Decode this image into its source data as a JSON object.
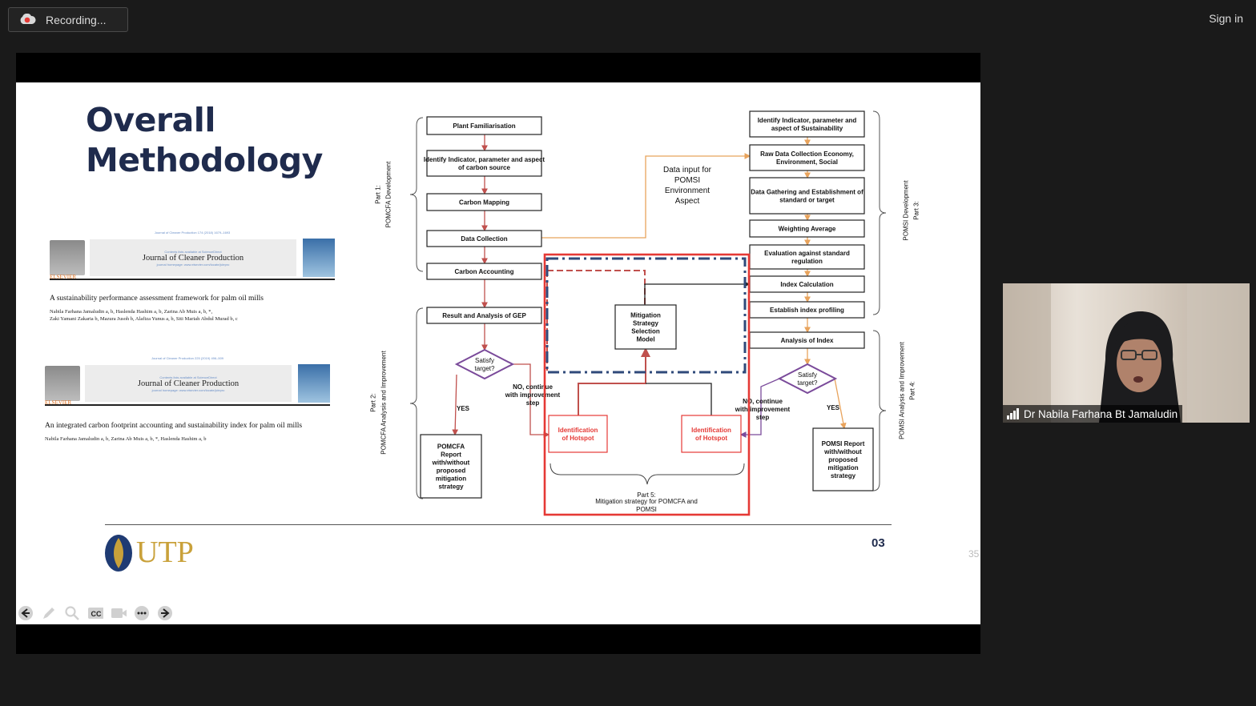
{
  "recording": {
    "label": "Recording...",
    "color": "#e53935"
  },
  "header": {
    "sign_in": "Sign in"
  },
  "slide": {
    "title_line1": "Overall",
    "title_line2": "Methodology",
    "papers": [
      {
        "journal_small": "Journal of Cleaner Production 174 (2018) 1679–1693",
        "contents": "Contents lists available at ScienceDirect",
        "journal": "Journal of Cleaner Production",
        "homepage": "journal homepage: www.elsevier.com/locate/jclepro",
        "publisher": "ELSEVIER",
        "title": "A sustainability performance assessment framework for palm oil mills",
        "authors_line1": "Nabila Farhana Jamaludin a, b, Haslenda Hashim a, b, Zarina Ab Muis a, b, *,",
        "authors_line2": "Zaki Yamani Zakaria b, Mazura Jusoh b, Alafiza Yunus a, b, Siti Mariah Abdul Murad b, c"
      },
      {
        "journal_small": "Journal of Cleaner Production 225 (2019) 496–509",
        "contents": "Contents lists available at ScienceDirect",
        "journal": "Journal of Cleaner Production",
        "homepage": "journal homepage: www.elsevier.com/locate/jclepro",
        "publisher": "ELSEVIER",
        "title": "An integrated carbon footprint accounting and sustainability index for palm oil mills",
        "authors_line1": "Nabila Farhana Jamaludin a, b, Zarina Ab Muis a, b, *, Haslenda Hashim a, b",
        "authors_line2": ""
      }
    ],
    "diagram": {
      "left_column": [
        "Plant Familiarisation",
        "Identify  Indicator, parameter and aspect of carbon source",
        "Carbon Mapping",
        "Data Collection",
        "Carbon Accounting",
        "Result and Analysis of GEP"
      ],
      "right_column": [
        "Identify  Indicator, parameter and aspect of Sustainability",
        "Raw Data Collection Economy, Environment, Social",
        "Data Gathering and Establishment of standard or target",
        "Weighting Average",
        "Evaluation against standard regulation",
        "Index Calculation",
        "Establish index profiling",
        "Analysis of Index"
      ],
      "left_decision": "Satisfy target?",
      "right_decision": "Satisfy target?",
      "yes": "YES",
      "no_continue": "NO, continue with improvement step",
      "left_report": "POMCFA Report with/without proposed mitigation strategy",
      "right_report": "POMSI Report with/without proposed mitigation strategy",
      "mitigation_model": "Mitigation Strategy Selection Model",
      "hotspot": "Identification of Hotspot",
      "data_input": "Data input for POMSI Environment Aspect",
      "part1": "Part 1: POMCFA Development",
      "part2": "Part 2: POMCFA Analysis and Improvement",
      "part3": "Part 3: POMSI Development",
      "part4": "Part 4: POMSI Analysis and Improvement",
      "part5_line1": "Part  5:",
      "part5_line2": "Mitigation strategy for POMCFA and POMSI"
    },
    "logo": "UTP",
    "page_number": "03",
    "slide_counter": "35",
    "colors": {
      "title": "#1f2b4d",
      "red": "#e53935",
      "navy": "#2f4a7a",
      "orange": "#e8a35c",
      "purple": "#7a4a9a"
    }
  },
  "toolbar": [
    "previous-icon",
    "pen-icon",
    "zoom-icon",
    "captions-icon",
    "camera-icon",
    "more-icon",
    "next-icon"
  ],
  "toolbar_labels": {
    "captions": "CC"
  },
  "participant": {
    "name": "Dr Nabila Farhana Bt Jamaludin"
  }
}
